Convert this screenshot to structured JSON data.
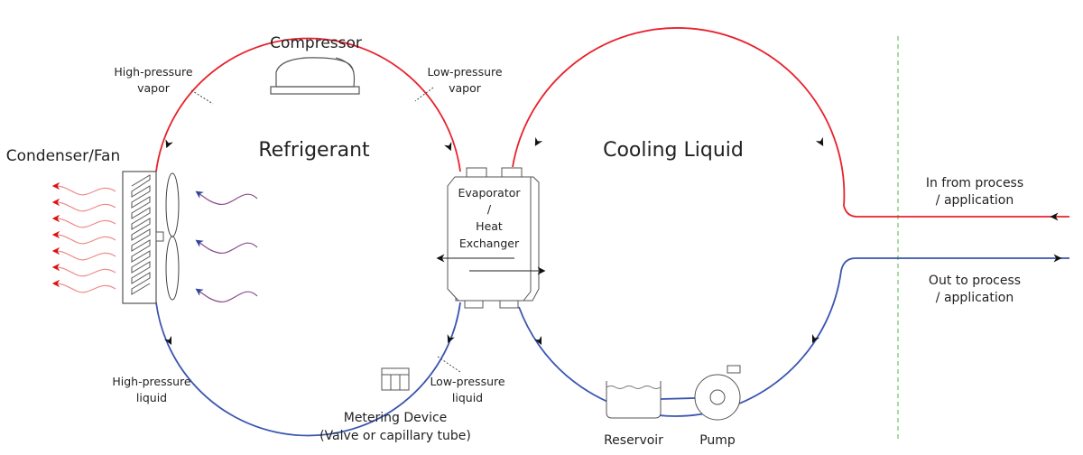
{
  "title": "Refrigerant and cooling liquid circuit diagram",
  "labels": {
    "compressor": "Compressor",
    "hp_vapor_1": "High-pressure",
    "hp_vapor_2": "vapor",
    "lp_vapor_1": "Low-pressure",
    "lp_vapor_2": "vapor",
    "condenser": "Condenser/Fan",
    "refrigerant": "Refrigerant",
    "cooling_liquid": "Cooling Liquid",
    "evap_1": "Evaporator",
    "evap_2": "/",
    "evap_3": "Heat",
    "evap_4": "Exchanger",
    "in_1": "In from process",
    "in_2": "/ application",
    "out_1": "Out to process",
    "out_2": "/ application",
    "hp_liquid_1": "High-pressure",
    "hp_liquid_2": "liquid",
    "lp_liquid_1": "Low-pressure",
    "lp_liquid_2": "liquid",
    "metering_1": "Metering Device",
    "metering_2": "(Valve or capillary tube)",
    "reservoir": "Reservoir",
    "pump": "Pump"
  },
  "colors": {
    "hot": "#e8222e",
    "cold": "#3a55b0",
    "boundary": "#6cc36c",
    "warm_air": "#f08a8a",
    "cool_air": "#8a4a8a"
  }
}
